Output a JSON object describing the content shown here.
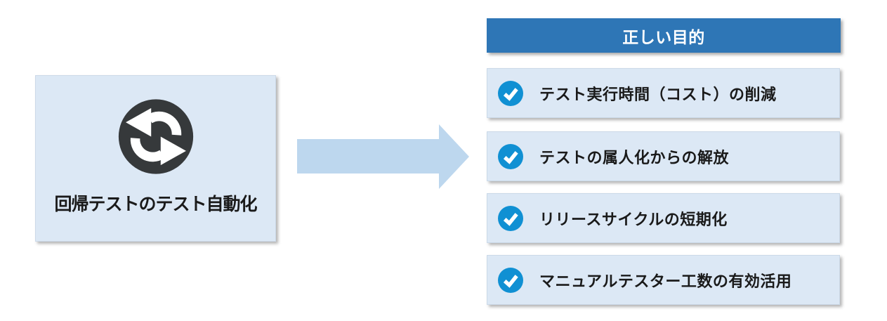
{
  "diagram": {
    "source": {
      "label": "回帰テストのテスト自動化",
      "icon": "sync-arrows"
    },
    "arrow": {
      "direction": "right"
    },
    "goals": {
      "header": "正しい目的",
      "items": [
        {
          "label": "テスト実行時間（コスト）の削減",
          "icon": "check"
        },
        {
          "label": "テストの属人化からの解放",
          "icon": "check"
        },
        {
          "label": "リリースサイクルの短期化",
          "icon": "check"
        },
        {
          "label": "マニュアルテスター工数の有効活用",
          "icon": "check"
        }
      ]
    },
    "colors": {
      "panel_fill": "#DCE8F5",
      "header_fill": "#2E76B6",
      "header_text": "#FFFFFF",
      "arrow_fill": "#BDD7EE",
      "check_circle": "#1090D3",
      "sync_circle": "#36393B",
      "text": "#1A1A1A"
    }
  }
}
